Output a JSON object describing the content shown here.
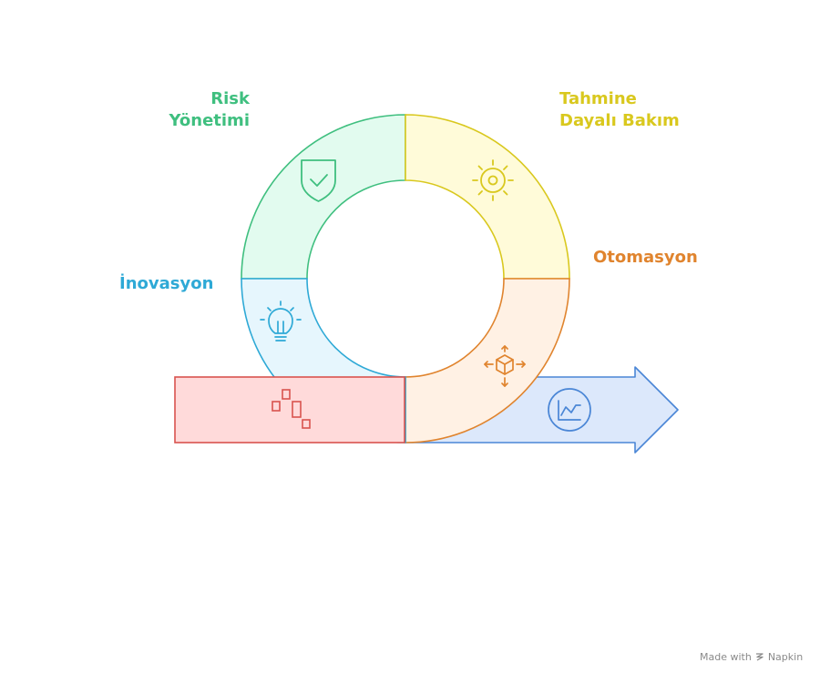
{
  "segments": [
    {
      "id": "risk",
      "label_lines": [
        "Risk",
        "Yönetimi"
      ],
      "color": "#3fbf7f",
      "fill": "#e2fbef",
      "icon": "shield-check-icon"
    },
    {
      "id": "tahmine",
      "label_lines": [
        "Tahmine",
        "Dayalı Bakım"
      ],
      "color": "#d9c81e",
      "fill": "#fffbd9",
      "icon": "sun-gear-icon"
    },
    {
      "id": "otomasyon",
      "label_lines": [
        "Otomasyon"
      ],
      "color": "#e0842e",
      "fill": "#fff1e4",
      "icon": "cube-arrows-icon"
    },
    {
      "id": "inovasyon",
      "label_lines": [
        "İnovasyon"
      ],
      "color": "#2ea9d6",
      "fill": "#e6f6fd",
      "icon": "lightbulb-icon"
    }
  ],
  "input_block": {
    "color": "#d9534f",
    "fill": "#ffdada",
    "icon": "scattered-blocks-icon"
  },
  "output_arrow": {
    "color": "#4a86d6",
    "fill": "#dce8fb",
    "icon": "line-chart-icon"
  },
  "footer": {
    "made_with": "Made with",
    "brand": "Napkin"
  }
}
